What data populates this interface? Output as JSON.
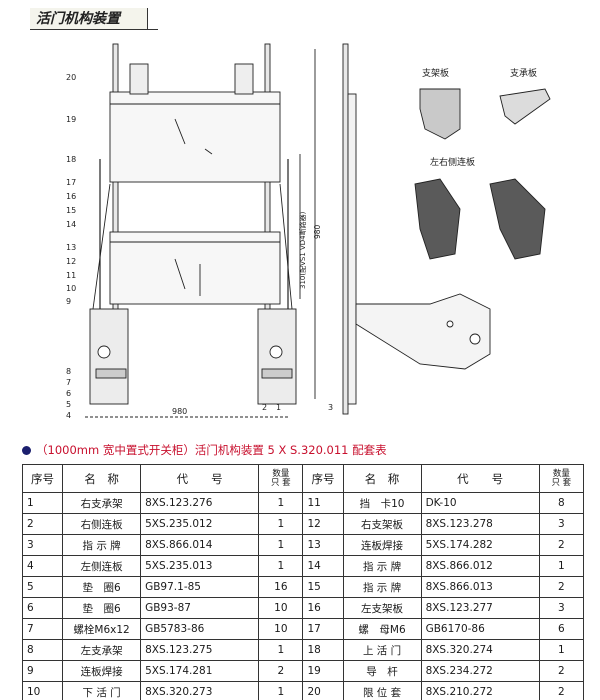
{
  "title": "活门机构装置",
  "drawing": {
    "callouts": [
      "20",
      "19",
      "18",
      "17",
      "16",
      "15",
      "14",
      "13",
      "12",
      "11",
      "10",
      "9",
      "8",
      "7",
      "6",
      "5",
      "4"
    ],
    "bottom_callouts": [
      "2",
      "1",
      "3"
    ],
    "dim_width": "980",
    "dim_height": "980",
    "dim_vertical": "310(配VS1  VD4断路器)",
    "photo_labels": {
      "bracket": "支架板",
      "support": "支承板",
      "side_plates": "左右侧连板"
    }
  },
  "subheading": "（1000mm 宽中置式开关柜）活门机构装置 5 X S.320.011 配套表",
  "table": {
    "headers": {
      "no": "序号",
      "name": "名　称",
      "code": "代　　号",
      "qty_1": "数量",
      "qty_2": "只  套"
    },
    "left_rows": [
      {
        "no": "1",
        "name": "右支承架",
        "code": "8XS.123.276",
        "qty": "1"
      },
      {
        "no": "2",
        "name": "右侧连板",
        "code": "5XS.235.012",
        "qty": "1"
      },
      {
        "no": "3",
        "name": "指 示 牌",
        "code": "8XS.866.014",
        "qty": "1"
      },
      {
        "no": "4",
        "name": "左侧连板",
        "code": "5XS.235.013",
        "qty": "1"
      },
      {
        "no": "5",
        "name": "垫　圈6",
        "code": "GB97.1-85",
        "qty": "16"
      },
      {
        "no": "6",
        "name": "垫　圈6",
        "code": "GB93-87",
        "qty": "10"
      },
      {
        "no": "7",
        "name": "螺栓M6x12",
        "code": "GB5783-86",
        "qty": "10"
      },
      {
        "no": "8",
        "name": "左支承架",
        "code": "8XS.123.275",
        "qty": "1"
      },
      {
        "no": "9",
        "name": "连板焊接",
        "code": "5XS.174.281",
        "qty": "2"
      },
      {
        "no": "10",
        "name": "下 活 门",
        "code": "8XS.320.273",
        "qty": "1"
      }
    ],
    "right_rows": [
      {
        "no": "11",
        "name": "挡　卡10",
        "code": "DK-10",
        "qty": "8"
      },
      {
        "no": "12",
        "name": "右支架板",
        "code": "8XS.123.278",
        "qty": "3"
      },
      {
        "no": "13",
        "name": "连板焊接",
        "code": "5XS.174.282",
        "qty": "2"
      },
      {
        "no": "14",
        "name": "指 示 牌",
        "code": "8XS.866.012",
        "qty": "1"
      },
      {
        "no": "15",
        "name": "指 示 牌",
        "code": "8XS.866.013",
        "qty": "2"
      },
      {
        "no": "16",
        "name": "左支架板",
        "code": "8XS.123.277",
        "qty": "3"
      },
      {
        "no": "17",
        "name": "螺　母M6",
        "code": "GB6170-86",
        "qty": "6"
      },
      {
        "no": "18",
        "name": "上 活 门",
        "code": "8XS.320.274",
        "qty": "1"
      },
      {
        "no": "19",
        "name": "导　杆",
        "code": "8XS.234.272",
        "qty": "2"
      },
      {
        "no": "20",
        "name": "限 位 套",
        "code": "8XS.210.272",
        "qty": "2"
      }
    ]
  }
}
